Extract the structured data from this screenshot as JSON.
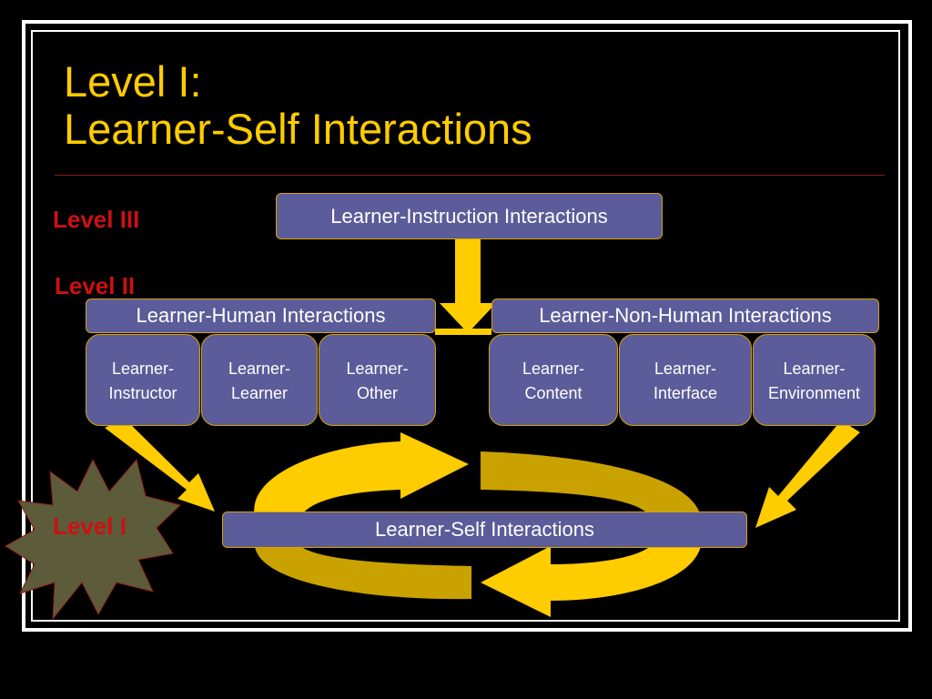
{
  "slide": {
    "title_line1": "Level I:",
    "title_line2": "Learner-Self Interactions"
  },
  "levels": {
    "level3": "Level III",
    "level2": "Level II",
    "level1": "Level I"
  },
  "boxes": {
    "instruction": "Learner-Instruction Interactions",
    "human": "Learner-Human Interactions",
    "non_human": "Learner-Non-Human Interactions",
    "self": "Learner-Self Interactions"
  },
  "human_items": [
    "Learner-\nInstructor",
    "Learner-\nLearner",
    "Learner-\nOther"
  ],
  "non_human_items": [
    "Learner-\nContent",
    "Learner-\nInterface",
    "Learner-\nEnvironment"
  ],
  "colors": {
    "title": "#ffcc00",
    "level_label": "#cc1111",
    "box_fill": "#5b5c99",
    "box_border": "#d9a400",
    "arrow": "#ffcc00",
    "arrow_dark": "#c9a200",
    "starburst": "#5c5c3a"
  }
}
